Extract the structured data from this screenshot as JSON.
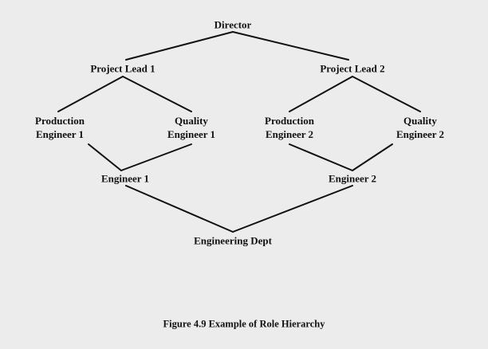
{
  "figure": {
    "caption": "Figure 4.9  Example of Role Hierarchy"
  },
  "roles": {
    "director": "Director",
    "project_lead_1": "Project Lead 1",
    "project_lead_2": "Project Lead 2",
    "production_engineer_1": [
      "Production",
      "Engineer 1"
    ],
    "quality_engineer_1": [
      "Quality",
      "Engineer 1"
    ],
    "production_engineer_2": [
      "Production",
      "Engineer 2"
    ],
    "quality_engineer_2": [
      "Quality",
      "Engineer 2"
    ],
    "engineer_1": "Engineer 1",
    "engineer_2": "Engineer 2",
    "engineering_dept": "Engineering Dept"
  },
  "edges": [
    [
      "director",
      "project_lead_1"
    ],
    [
      "director",
      "project_lead_2"
    ],
    [
      "project_lead_1",
      "production_engineer_1"
    ],
    [
      "project_lead_1",
      "quality_engineer_1"
    ],
    [
      "project_lead_2",
      "production_engineer_2"
    ],
    [
      "project_lead_2",
      "quality_engineer_2"
    ],
    [
      "production_engineer_1",
      "engineer_1"
    ],
    [
      "quality_engineer_1",
      "engineer_1"
    ],
    [
      "production_engineer_2",
      "engineer_2"
    ],
    [
      "quality_engineer_2",
      "engineer_2"
    ],
    [
      "engineer_1",
      "engineering_dept"
    ],
    [
      "engineer_2",
      "engineering_dept"
    ]
  ]
}
